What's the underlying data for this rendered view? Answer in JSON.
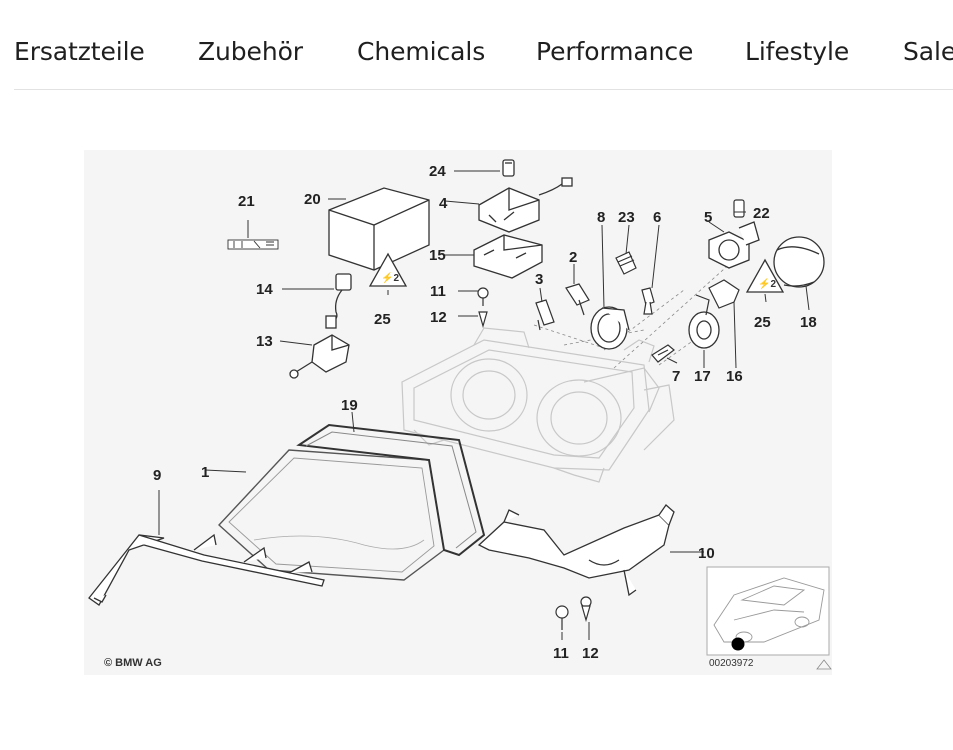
{
  "nav": {
    "items": [
      {
        "label": "Ersatzteile"
      },
      {
        "label": "Zubehör"
      },
      {
        "label": "Chemicals"
      },
      {
        "label": "Performance"
      },
      {
        "label": "Lifestyle"
      },
      {
        "label": "Sale"
      }
    ]
  },
  "diagram": {
    "copyright": "© BMW AG",
    "ref_code": "00203972",
    "callouts": {
      "c1": "1",
      "c2": "2",
      "c3": "3",
      "c4": "4",
      "c5": "5",
      "c6": "6",
      "c7": "7",
      "c8": "8",
      "c9": "9",
      "c10": "10",
      "c11a": "11",
      "c11b": "11",
      "c12a": "12",
      "c12b": "12",
      "c13": "13",
      "c14": "14",
      "c15": "15",
      "c16": "16",
      "c17": "17",
      "c18": "18",
      "c19": "19",
      "c20": "20",
      "c21": "21",
      "c22": "22",
      "c23": "23",
      "c24": "24",
      "c25a": "25",
      "c25b": "25"
    }
  }
}
